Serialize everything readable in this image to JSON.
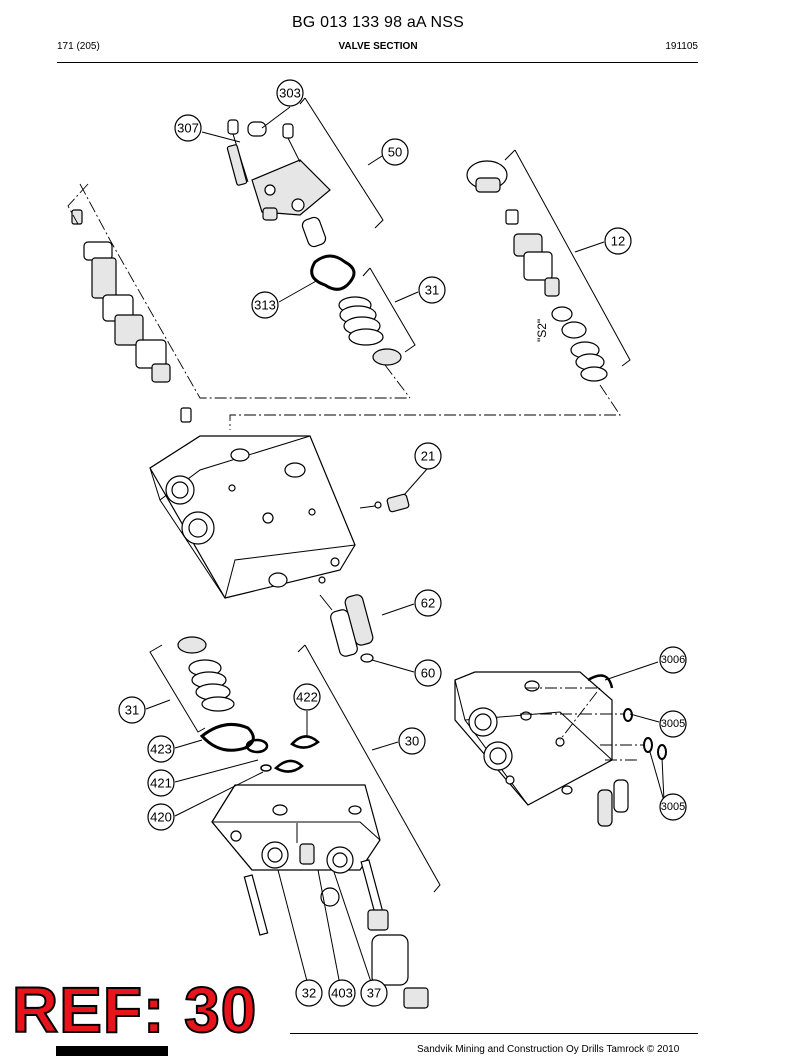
{
  "header": {
    "title": "BG 013 133 98 aA NSS",
    "page": "171 (205)",
    "section": "VALVE SECTION",
    "code": "191105"
  },
  "diagram": {
    "label_s2": "\"S2\"",
    "callouts": [
      "303",
      "307",
      "50",
      "12",
      "31",
      "313",
      "21",
      "62",
      "60",
      "31",
      "422",
      "30",
      "423",
      "421",
      "420",
      "32",
      "403",
      "37",
      "3006",
      "3005",
      "3005"
    ]
  },
  "stamp": {
    "text": "REF: 30"
  },
  "footer": {
    "text": "Sandvik Mining and Construction Oy Drills Tamrock © 2010"
  },
  "colors": {
    "stamp_fill": "#e8141b",
    "stamp_outline": "#000000"
  }
}
